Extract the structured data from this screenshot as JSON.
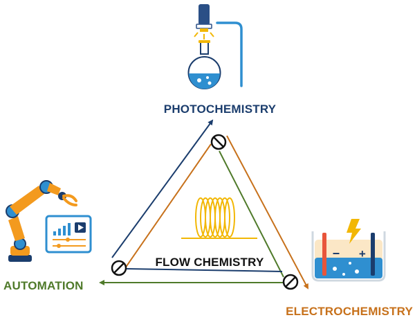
{
  "labels": {
    "photochemistry": "PHOTOCHEMISTRY",
    "automation": "AUTOMATION",
    "electrochemistry": "ELECTROCHEMISTRY",
    "flow_chemistry": "FLOW CHEMISTRY"
  },
  "icons": {
    "battery": {
      "minus": "−",
      "plus": "+"
    }
  },
  "colors": {
    "photochemistry": "#1b3d6d",
    "automation": "#4f7a2a",
    "electrochemistry": "#c7711b",
    "flow_chemistry": "#111111",
    "coil": "#f2b705",
    "blue_accent": "#2f8fd0"
  }
}
